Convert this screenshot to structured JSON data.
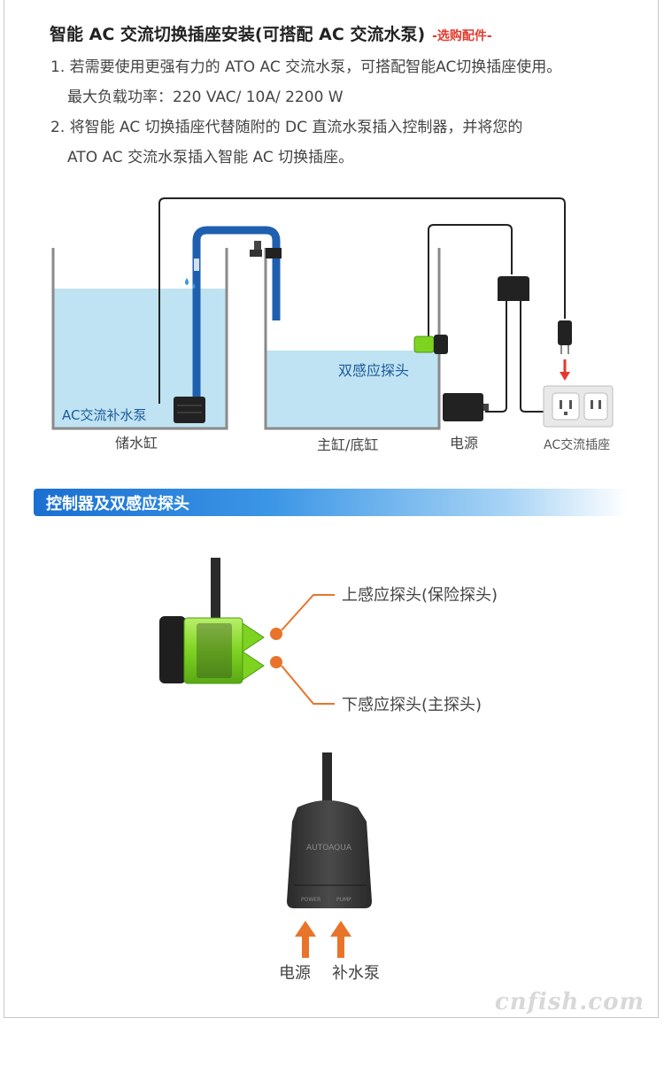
{
  "header": {
    "title": "智能 AC 交流切换插座安装(可搭配 AC 交流水泵)",
    "optional_tag": "-选购配件-"
  },
  "instructions": [
    "1. 若需要使用更强有力的 ATO AC 交流水泵，可搭配智能AC切换插座使用。",
    "最大负载功率：220 VAC/ 10A/ 2200 W",
    "2. 将智能 AC 切换插座代替随附的 DC 直流水泵插入控制器，并将您的",
    "ATO AC 交流水泵插入智能 AC 切换插座。"
  ],
  "diagram": {
    "pump_label": "AC交流补水泵",
    "reservoir_label": "储水缸",
    "sensor_label": "双感应探头",
    "main_tank_label": "主缸/底缸",
    "power_label": "电源",
    "outlet_label": "AC交流插座"
  },
  "section": {
    "title": "控制器及双感应探头"
  },
  "sensor": {
    "upper_label": "上感应探头(保险探头)",
    "lower_label": "下感应探头(主探头)"
  },
  "controller": {
    "brand": "AUTOAQUA",
    "port1": "POWER",
    "port2": "PUMP",
    "label_power": "电源",
    "label_pump": "补水泵"
  },
  "watermark": "cnfish.com",
  "colors": {
    "water": "#bfe3f2",
    "pipe": "#1f5fb0",
    "sensor_green": "#7ed321",
    "arrow_orange": "#e8742a",
    "label_blue": "#1d5a9a"
  }
}
